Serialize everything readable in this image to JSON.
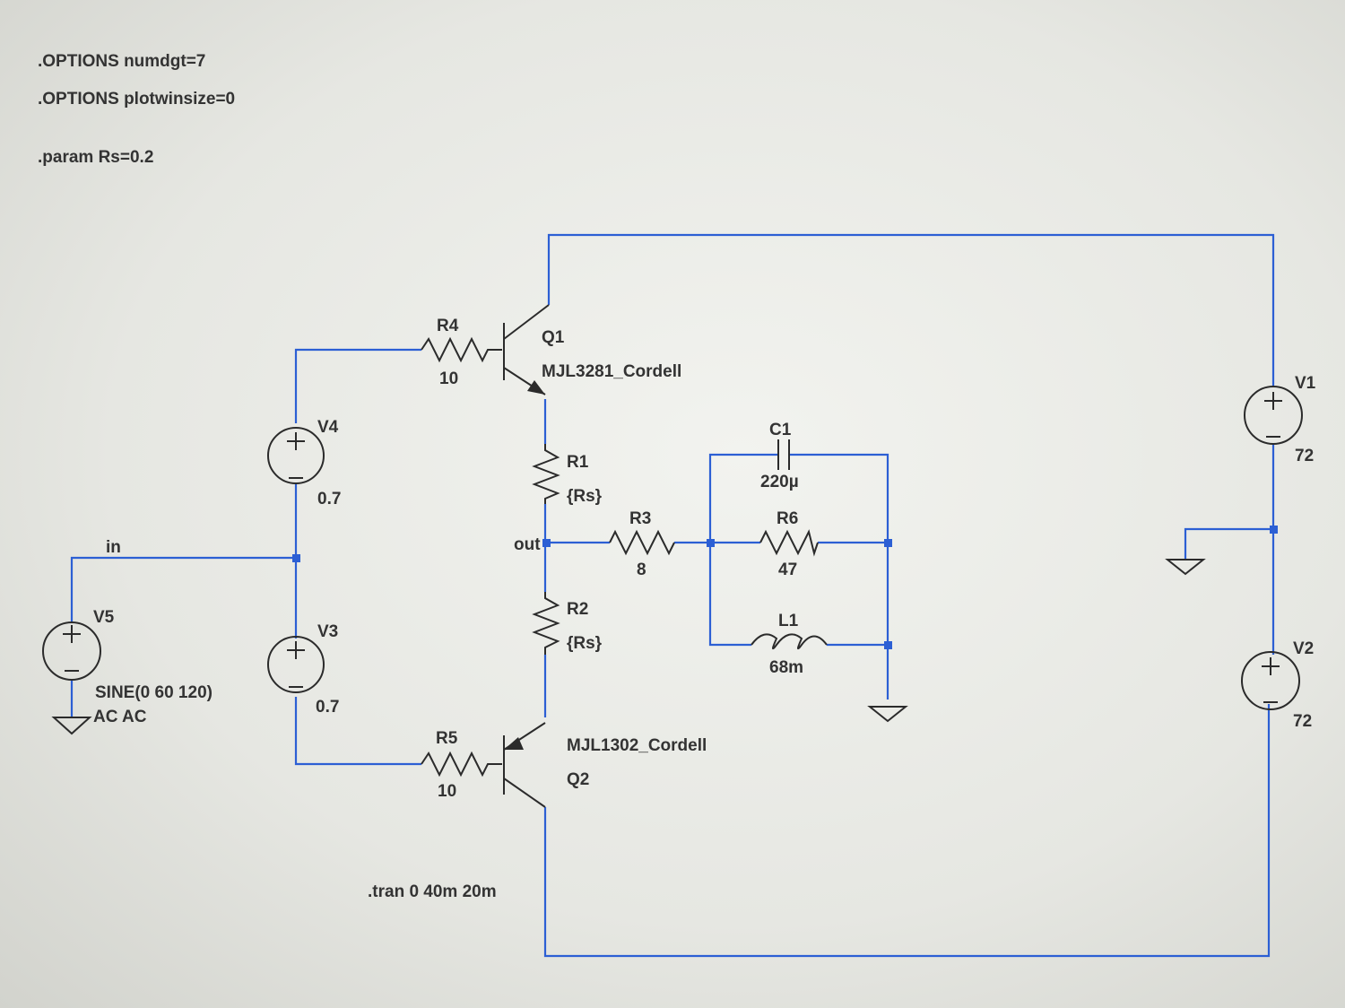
{
  "directives": {
    "numdgt": ".OPTIONS numdgt=7",
    "plotwinsize": ".OPTIONS plotwinsize=0",
    "param": ".param Rs=0.2",
    "tran": ".tran 0 40m 20m"
  },
  "nets": {
    "in": "in",
    "out": "out"
  },
  "components": {
    "r4": {
      "name": "R4",
      "value": "10"
    },
    "r5": {
      "name": "R5",
      "value": "10"
    },
    "q1": {
      "name": "Q1",
      "model": "MJL3281_Cordell"
    },
    "q2": {
      "name": "Q2",
      "model": "MJL1302_Cordell"
    },
    "r1": {
      "name": "R1",
      "value": "{Rs}"
    },
    "r2": {
      "name": "R2",
      "value": "{Rs}"
    },
    "r3": {
      "name": "R3",
      "value": "8"
    },
    "r6": {
      "name": "R6",
      "value": "47"
    },
    "c1": {
      "name": "C1",
      "value": "220µ"
    },
    "l1": {
      "name": "L1",
      "value": "68m"
    },
    "v1": {
      "name": "V1",
      "value": "72"
    },
    "v2": {
      "name": "V2",
      "value": "72"
    },
    "v3": {
      "name": "V3",
      "value": "0.7"
    },
    "v4": {
      "name": "V4",
      "value": "0.7"
    },
    "v5": {
      "name": "V5",
      "value": "SINE(0 60 120)",
      "ac": "AC AC"
    }
  },
  "colors": {
    "wire": "#2c5fd4",
    "symbol": "#2b2b2b",
    "text": "#333333",
    "background": "#eeefeb"
  }
}
